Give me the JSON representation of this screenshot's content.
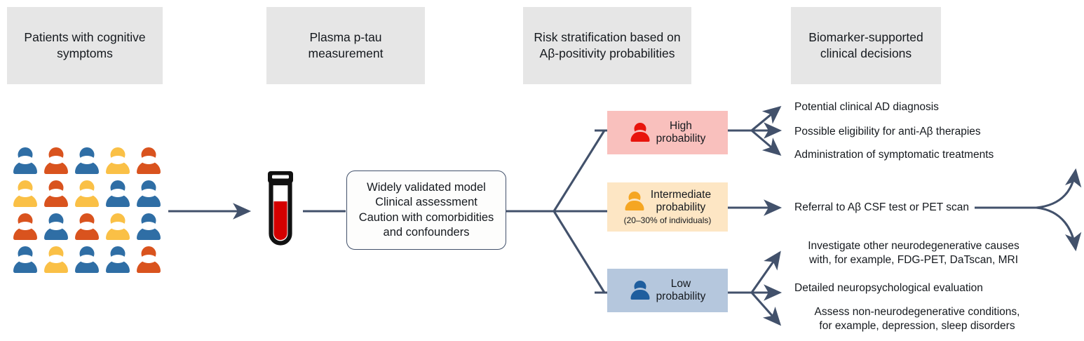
{
  "headers": [
    {
      "id": "hdr0",
      "text": "Patients with cognitive symptoms"
    },
    {
      "id": "hdr1",
      "text": "Plasma p-tau measurement"
    },
    {
      "id": "hdr2",
      "text": "Risk stratification based on Aβ-positivity probabilities"
    },
    {
      "id": "hdr3",
      "text": "Biomarker-supported clinical decisions"
    }
  ],
  "patients": {
    "rows": [
      [
        "blue",
        "red",
        "blue",
        "yellow",
        "red"
      ],
      [
        "yellow",
        "red",
        "yellow",
        "blue",
        "blue"
      ],
      [
        "red",
        "blue",
        "red",
        "yellow",
        "blue"
      ],
      [
        "blue",
        "yellow",
        "blue",
        "blue",
        "red"
      ]
    ],
    "palette": {
      "blue": "#2F6EA5",
      "red": "#D9531E",
      "yellow": "#FAC046"
    }
  },
  "vial": {
    "name": "blood-collection-tube",
    "blood_color": "#D40000",
    "outline_color": "#111111"
  },
  "model_box": {
    "lines": [
      "Widely validated model",
      "Clinical assessment",
      "Caution with comorbidities",
      "and confounders"
    ]
  },
  "risk_boxes": [
    {
      "id": "riskHigh",
      "name": "high",
      "label_line1": "High",
      "label_line2": "probability",
      "sub": "",
      "bg": "#F9C0BD",
      "icon_color": "#E8140C"
    },
    {
      "id": "riskInt",
      "name": "intermediate",
      "label_line1": "Intermediate",
      "label_line2": "probability",
      "sub": "(20–30% of individuals)",
      "bg": "#FDE6C4",
      "icon_color": "#F5A623"
    },
    {
      "id": "riskLow",
      "name": "low",
      "label_line1": "Low",
      "label_line2": "probability",
      "sub": "",
      "bg": "#B5C7DD",
      "icon_color": "#1F5E9E"
    }
  ],
  "outcomes": {
    "high": [
      "Potential clinical AD diagnosis",
      "Possible eligibility for anti-Aβ therapies",
      "Administration of symptomatic treatments"
    ],
    "intermediate": [
      "Referral to Aβ CSF test or PET scan"
    ],
    "low": [
      "Investigate other neurodegenerative causes with, for example, FDG-PET, DaTscan, MRI",
      "Detailed neuropsychological evaluation",
      "Assess non-neurodegenerative conditions, for example, depression, sleep disorders"
    ]
  },
  "low_multiline": {
    "item1_l1": "Investigate other neurodegenerative causes",
    "item1_l2": "with, for example, FDG-PET, DaTscan, MRI",
    "item3_l1": "Assess non-neurodegenerative conditions,",
    "item3_l2": "for example, depression, sleep disorders"
  },
  "colors": {
    "connector": "#42516B",
    "header_bg": "#E6E6E6",
    "text": "#15191E"
  }
}
